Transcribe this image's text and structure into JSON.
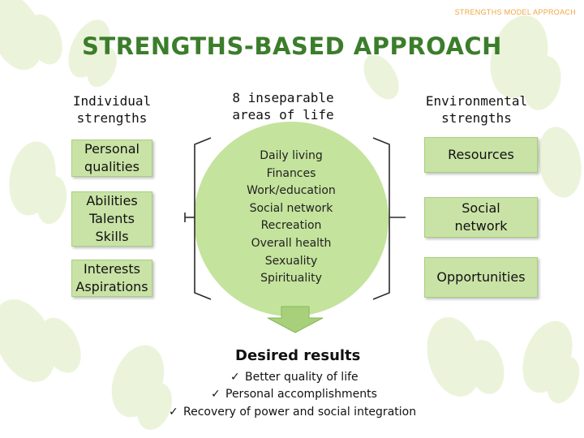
{
  "header": "STRENGTHS MODEL APPROACH",
  "title": "STRENGTHS-BASED APPROACH",
  "left_column": {
    "heading": "Individual\nstrengths",
    "items": [
      "Personal\nqualities",
      "Abilities\nTalents\nSkills",
      "Interests\nAspirations"
    ]
  },
  "middle_column": {
    "heading": "8 inseparable\nareas of life",
    "items": [
      "Daily living",
      "Finances",
      "Work/education",
      "Social network",
      "Recreation",
      "Overall health",
      "Sexuality",
      "Spirituality"
    ]
  },
  "right_column": {
    "heading": "Environmental\nstrengths",
    "items": [
      "Resources",
      "Social\nnetwork",
      "Opportunities"
    ]
  },
  "desired_results": {
    "title": "Desired results",
    "check_icon": "✓",
    "items": [
      "Better quality of life",
      "Personal accomplishments",
      "Recovery of power and social integration"
    ]
  },
  "colors": {
    "title": "#3b7d2b",
    "box_fill": "#c9e3a6",
    "circle_fill": "#c4e39c",
    "arrow_fill": "#a8d07a",
    "header": "#f0a540"
  }
}
